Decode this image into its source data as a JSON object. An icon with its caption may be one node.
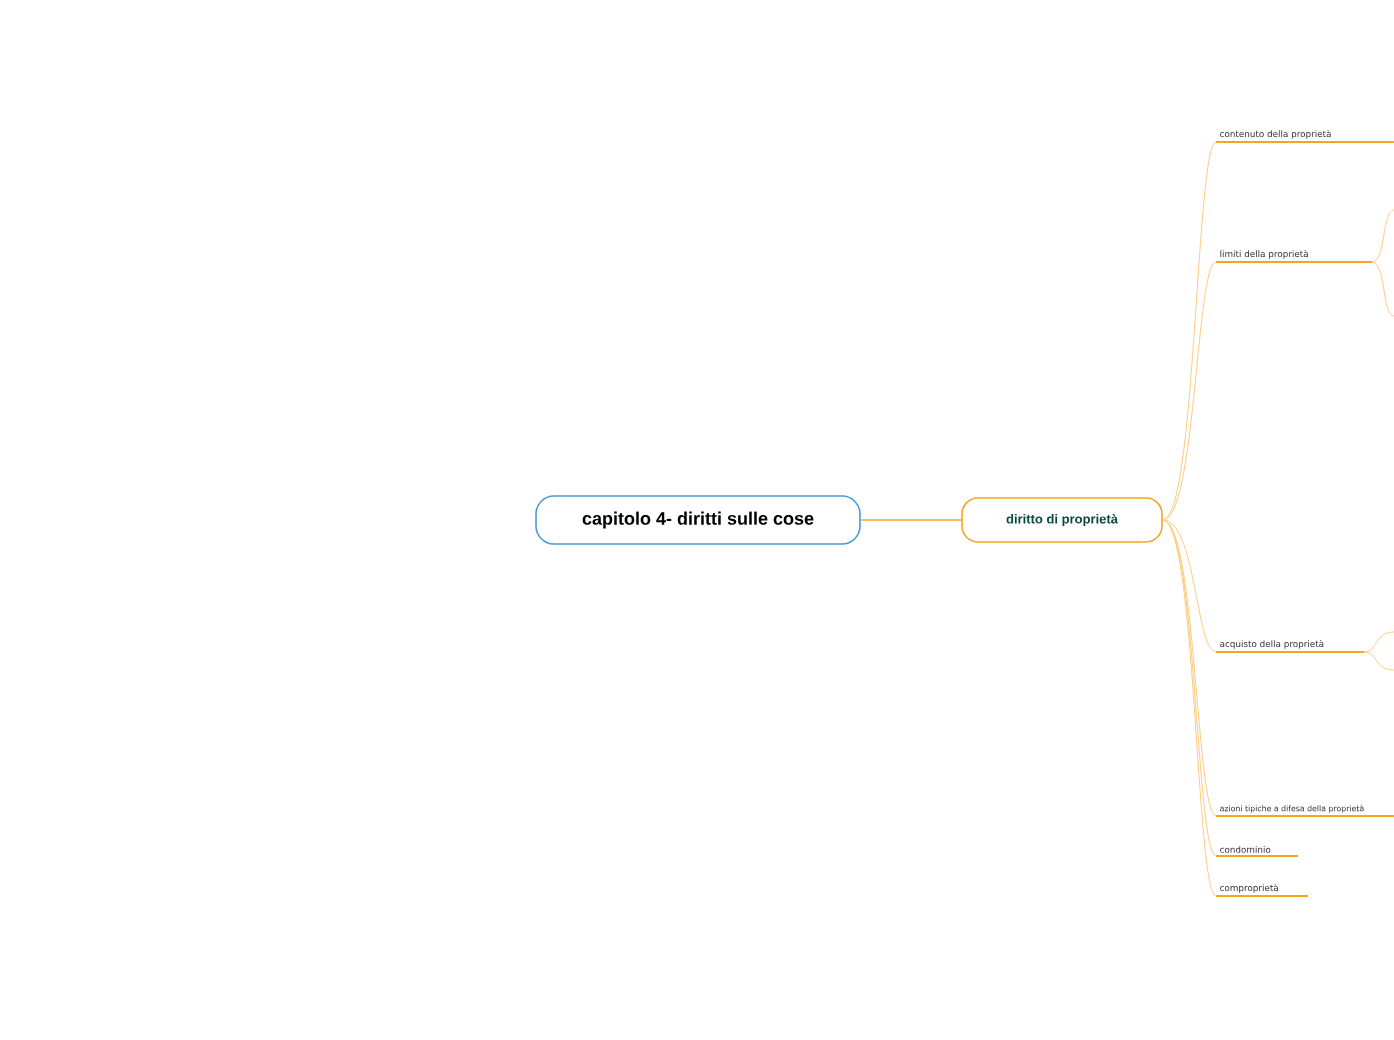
{
  "diagram": {
    "nodes": [
      {
        "text": [
          "capitolo 4- diritti sulle cose"
        ]
      },
      {
        "text": [
          "diritto di proprietà"
        ]
      },
      {
        "text": [
          "contenuto della proprietà"
        ]
      },
      {
        "text": [
          "limiti della proprietà"
        ]
      },
      {
        "text": [
          "acquisto della proprietà"
        ]
      },
      {
        "text": [
          "azioni tipiche a difesa della proprietà"
        ]
      },
      {
        "text": [
          "condominio"
        ]
      },
      {
        "text": [
          "comproprietà"
        ]
      }
    ],
    "edges": [
      {
        "from": 0,
        "to": 1,
        "arrow": "none",
        "color": "#f7a51e"
      },
      {
        "from": 1,
        "to": 2,
        "arrow": "none"
      },
      {
        "from": 1,
        "to": 3,
        "arrow": "none"
      },
      {
        "from": 1,
        "to": 4,
        "arrow": "none"
      },
      {
        "from": 1,
        "to": 5,
        "arrow": "none"
      },
      {
        "from": 1,
        "to": 6,
        "arrow": "none"
      },
      {
        "from": 1,
        "to": 7,
        "arrow": "none"
      },
      {
        "from": 3,
        "to": null,
        "arrow": "none"
      },
      {
        "from": 3,
        "to": null,
        "arrow": "none"
      },
      {
        "from": 4,
        "to": null,
        "arrow": "none"
      },
      {
        "from": 4,
        "to": null,
        "arrow": "none"
      }
    ]
  }
}
